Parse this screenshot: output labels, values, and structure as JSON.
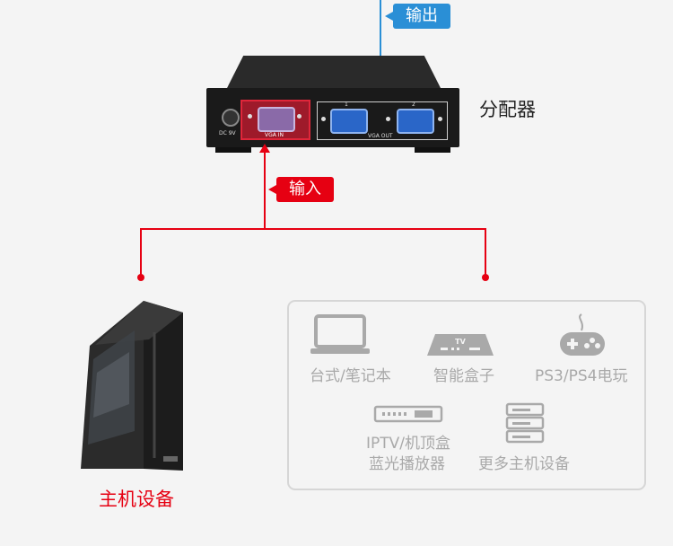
{
  "labels": {
    "output": "输出",
    "input": "输入",
    "splitter": "分配器",
    "host": "主机设备"
  },
  "ports": {
    "dc": "DC 9V",
    "vga_in": "VGA IN",
    "vga_out": "VGA OUT",
    "out1": "1",
    "out2": "2"
  },
  "devices": [
    {
      "label": "台式/笔记本",
      "icon": "laptop-icon"
    },
    {
      "label": "智能盒子",
      "icon": "tv-box-icon"
    },
    {
      "label": "PS3/PS4电玩",
      "icon": "gamepad-icon"
    },
    {
      "label": "IPTV/机顶盒",
      "label2": "蓝光播放器",
      "icon": "set-top-box-icon"
    },
    {
      "label": "更多主机设备",
      "icon": "server-icon"
    }
  ],
  "colors": {
    "blue": "#2a8fd6",
    "red": "#e60012",
    "icon_gray": "#a9a9a9"
  }
}
